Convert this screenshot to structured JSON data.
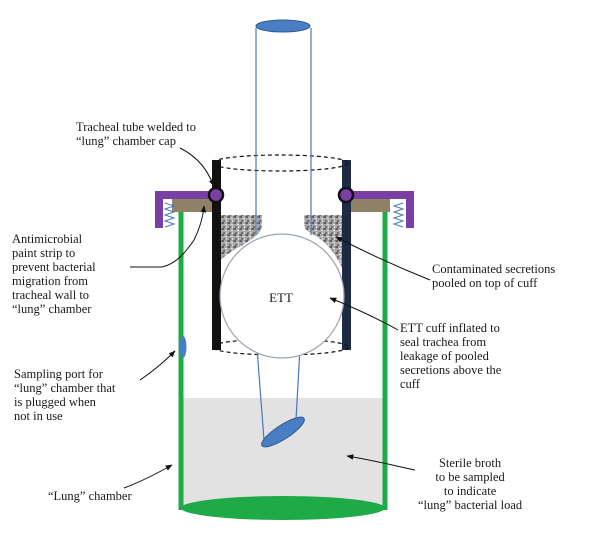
{
  "labels": {
    "tube_welded": "Tracheal tube welded to\n“lung” chamber cap",
    "antimicrobial": "Antimicrobial\npaint strip to\nprevent bacterial\nmigration from\ntracheal wall to\n“lung” chamber",
    "contaminated": "Contaminated secretions\npooled on top of cuff",
    "ett": "ETT",
    "cuff": "ETT cuff inflated to\nseal trachea from\nleakage of pooled\nsecretions above the\ncuff",
    "sampling_port": "Sampling port for\n“lung” chamber that\nis plugged when\nnot in use",
    "lung_chamber": "“Lung” chamber",
    "sterile_broth": "Sterile broth\nto be sampled\nto indicate\n“lung” bacterial load"
  },
  "colors": {
    "chamber_wall": "#1faa48",
    "cap": "#7a3fa5",
    "paint_strip": "#8f8068",
    "tube_outline": "#4a78b8",
    "tube_end": "#4a7ec4",
    "trachea_left": "#111111",
    "trachea_right": "#1d2b44",
    "broth": "#e2e2e2",
    "secretions": "#9a9a9a"
  }
}
